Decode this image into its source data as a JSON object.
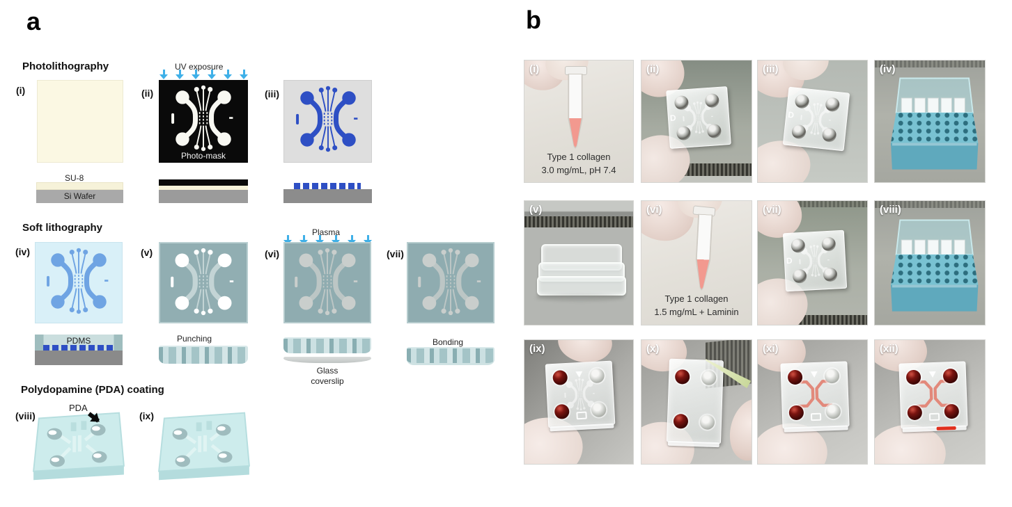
{
  "figure": {
    "panel_a_label": "a",
    "panel_b_label": "b"
  },
  "panel_a": {
    "sections": {
      "photolithography": {
        "heading": "Photolithography"
      },
      "soft_lithography": {
        "heading": "Soft lithography"
      },
      "pda_coating": {
        "heading": "Polydopamine  (PDA) coating"
      }
    },
    "steps": {
      "i": "(i)",
      "ii": "(ii)",
      "iii": "(iii)",
      "iv": "(iv)",
      "v": "(v)",
      "vi": "(vi)",
      "vii": "(vii)",
      "viii": "(viii)",
      "ix": "(ix)"
    },
    "annotations": {
      "uv_exposure": "UV exposure",
      "photo_mask": "Photo-mask",
      "su8": "SU-8",
      "si_wafer": "Si Wafer",
      "pdms": "PDMS",
      "punching": "Punching",
      "plasma": "Plasma",
      "glass_line1": "Glass",
      "glass_line2": "coverslip",
      "bonding": "Bonding",
      "pda": "PDA"
    },
    "colors": {
      "su8_resist": "#F6F2D9",
      "si_wafer": "#A9A9A9",
      "photomask_black": "#0a0a0a",
      "pattern_blue": "#2E4FC4",
      "cast_blue": "#6FA4E3",
      "pdms_light_blue": "#D9F0F8",
      "pdms_teal": "#91AEB2",
      "pda_cyan": "#CDECEC",
      "uv_arrow_blue": "#3FB0E8"
    }
  },
  "panel_b": {
    "photos": [
      {
        "id": "(i)",
        "caption_line1": "Type 1 collagen",
        "caption_line2": "3.0 mg/mL, pH 7.4"
      },
      {
        "id": "(ii)"
      },
      {
        "id": "(iii)"
      },
      {
        "id": "(iv)"
      },
      {
        "id": "(v)"
      },
      {
        "id": "(vi)",
        "caption_line1": "Type 1 collagen",
        "caption_line2": "1.5 mg/mL + Laminin"
      },
      {
        "id": "(vii)"
      },
      {
        "id": "(viii)"
      },
      {
        "id": "(ix)"
      },
      {
        "id": "(x)"
      },
      {
        "id": "(xi)"
      },
      {
        "id": "(xii)"
      }
    ],
    "colors": {
      "collagen_pink": "#F2998F",
      "media_red": "#420806",
      "channel_red": "#E2897B",
      "rack_blue": "#6FB6C8"
    }
  }
}
